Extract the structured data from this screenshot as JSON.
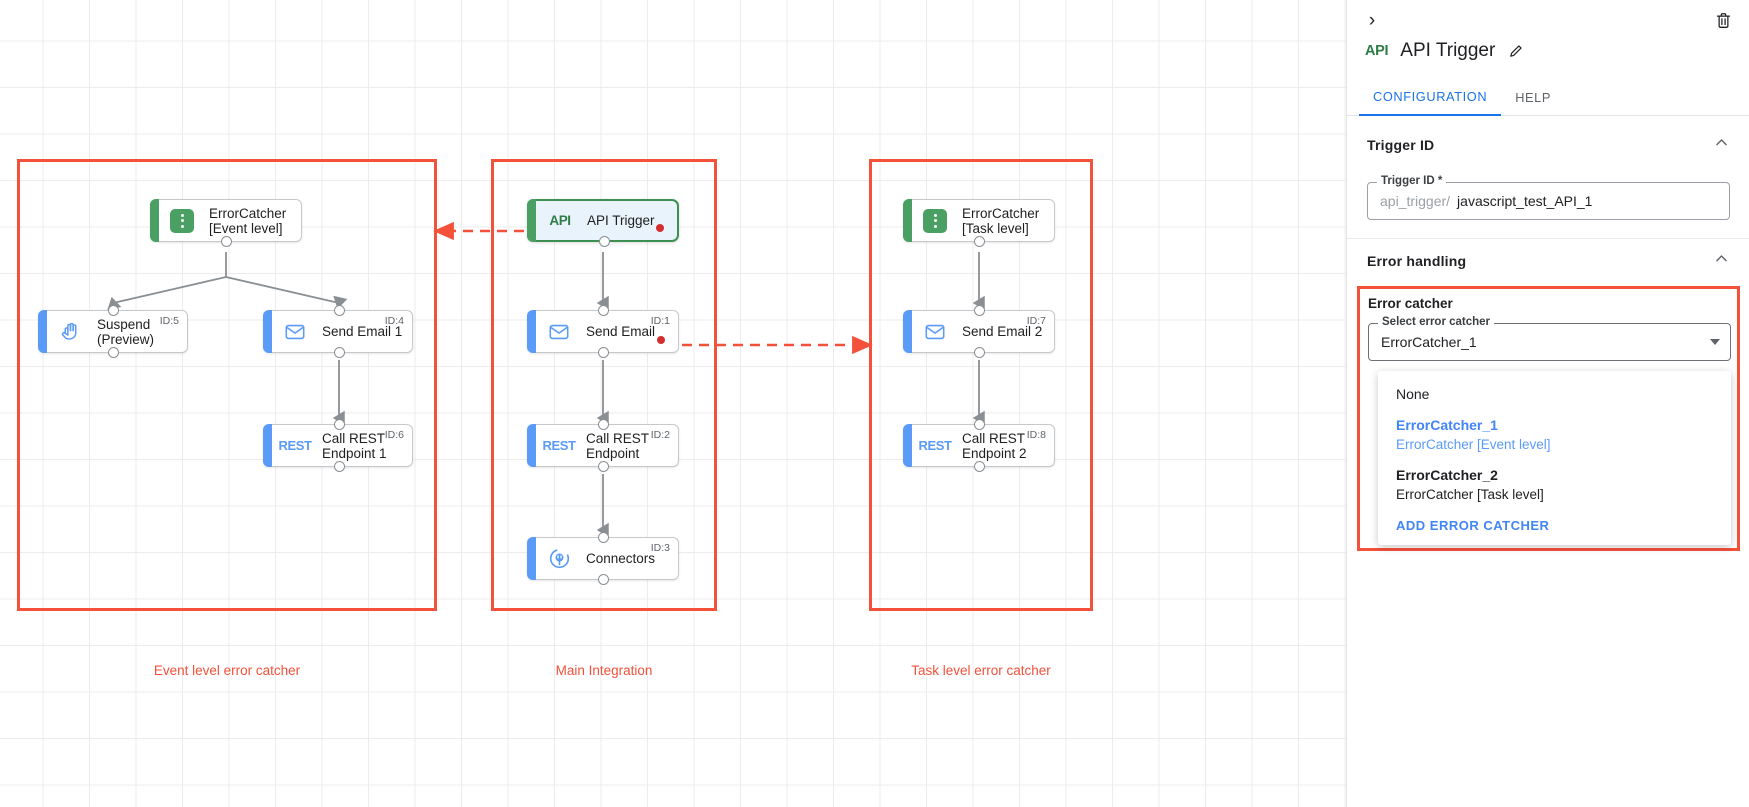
{
  "canvas": {
    "groups": [
      {
        "label": "Event level error catcher"
      },
      {
        "label": "Main Integration"
      },
      {
        "label": "Task level error catcher"
      }
    ],
    "nodes": [
      {
        "key": "errorcatcher_event",
        "label": "ErrorCatcher\n[Event level]",
        "icon": "error-catcher-icon",
        "id_badge": "",
        "accent": "green"
      },
      {
        "key": "suspend",
        "label": "Suspend\n(Preview)",
        "icon": "hand-icon",
        "id_badge": "ID:5",
        "accent": "blue"
      },
      {
        "key": "send_email_1",
        "label": "Send Email 1",
        "icon": "envelope-icon",
        "id_badge": "ID:4",
        "accent": "blue"
      },
      {
        "key": "call_rest_1",
        "label": "Call REST\nEndpoint 1",
        "icon": "rest-icon",
        "id_badge": "ID:6",
        "accent": "blue"
      },
      {
        "key": "api_trigger",
        "label": "API Trigger",
        "icon": "api-icon",
        "id_badge": "",
        "accent": "green"
      },
      {
        "key": "send_email",
        "label": "Send Email",
        "icon": "envelope-icon",
        "id_badge": "ID:1",
        "accent": "blue"
      },
      {
        "key": "call_rest",
        "label": "Call REST\nEndpoint",
        "icon": "rest-icon",
        "id_badge": "ID:2",
        "accent": "blue"
      },
      {
        "key": "connectors",
        "label": "Connectors",
        "icon": "connectors-icon",
        "id_badge": "ID:3",
        "accent": "blue"
      },
      {
        "key": "errorcatcher_task",
        "label": "ErrorCatcher\n[Task level]",
        "icon": "error-catcher-icon",
        "id_badge": "",
        "accent": "green"
      },
      {
        "key": "send_email_2",
        "label": "Send Email 2",
        "icon": "envelope-icon",
        "id_badge": "ID:7",
        "accent": "blue"
      },
      {
        "key": "call_rest_2",
        "label": "Call REST\nEndpoint 2",
        "icon": "rest-icon",
        "id_badge": "ID:8",
        "accent": "blue"
      }
    ],
    "rest_glyph": "REST",
    "api_glyph": "API",
    "colors": {
      "group_red": "#f4513b",
      "accent_blue": "#5b9bf8",
      "accent_green": "#4a9f62",
      "error_dot": "#d32f2f",
      "edge_gray": "#8a8f94"
    }
  },
  "panel": {
    "collapse_icon": "›",
    "badge": "API",
    "title": "API Trigger",
    "tabs": [
      {
        "label": "CONFIGURATION",
        "active": true
      },
      {
        "label": "HELP",
        "active": false
      }
    ],
    "sections": {
      "trigger_id": {
        "heading": "Trigger ID",
        "field_legend": "Trigger ID *",
        "prefix": "api_trigger/",
        "value": "javascript_test_API_1"
      },
      "error_handling": {
        "heading": "Error handling",
        "caption": "Error catcher",
        "select_legend": "Select error catcher",
        "selected_value": "ErrorCatcher_1",
        "options": [
          {
            "primary": "None",
            "secondary": "",
            "selected": false,
            "bold": false
          },
          {
            "primary": "ErrorCatcher_1",
            "secondary": "ErrorCatcher [Event level]",
            "selected": true,
            "bold": false
          },
          {
            "primary": "ErrorCatcher_2",
            "secondary": "ErrorCatcher [Task level]",
            "selected": false,
            "bold": true
          }
        ],
        "add_action": "ADD ERROR CATCHER"
      }
    },
    "colors": {
      "accent_blue": "#1a73e8",
      "link_blue": "#4285f4",
      "red": "#f4513b"
    }
  }
}
